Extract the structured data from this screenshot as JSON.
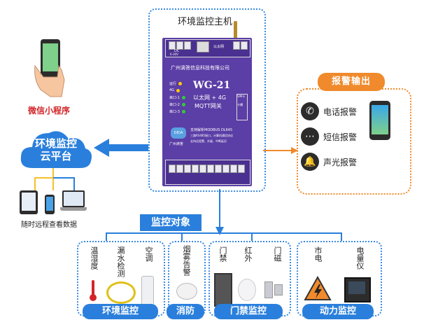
{
  "host": {
    "title": "环境监控主机",
    "device": {
      "company": "广州滴答信息科技有限公司",
      "model": "WG-21",
      "line1": "以太网 + 4G",
      "line2": "MQTT网关",
      "sim_label": "SIM卡",
      "sim_label2": "卡槽",
      "ethernet": "以太网",
      "dc_label": "DC",
      "dc_voltage": "6-30V",
      "leds": [
        "运行",
        "4G",
        "串口-1",
        "串口-2",
        "串口-3"
      ],
      "brand": "广州滴答",
      "logo": "DIDA",
      "features": [
        "支持解析MODBUS DL645",
        "三路RS485接口，计算机通信协议",
        "支持远程置、升级、中断延迟"
      ]
    }
  },
  "wechat": {
    "label": "微信小程序"
  },
  "cloud": {
    "line1": "环境监控",
    "line2": "云平台"
  },
  "remote": {
    "label": "随时远程查看数据"
  },
  "alarm": {
    "title": "报警输出",
    "items": [
      "电话报警",
      "短信报警",
      "声光报警"
    ]
  },
  "objects": {
    "title": "监控对象",
    "categories": [
      {
        "label": "环境监控",
        "items": [
          "温湿度",
          "漏水检测",
          "空调"
        ]
      },
      {
        "label": "消防",
        "items": [
          "烟雾告警"
        ]
      },
      {
        "label": "门禁监控",
        "items": [
          "门禁",
          "红外",
          "门磁"
        ]
      },
      {
        "label": "动力监控",
        "items": [
          "市电",
          "电量仪"
        ]
      }
    ]
  },
  "colors": {
    "blue": "#2a7fdc",
    "orange": "#f08a2c",
    "purple": "#5b3ea6"
  }
}
